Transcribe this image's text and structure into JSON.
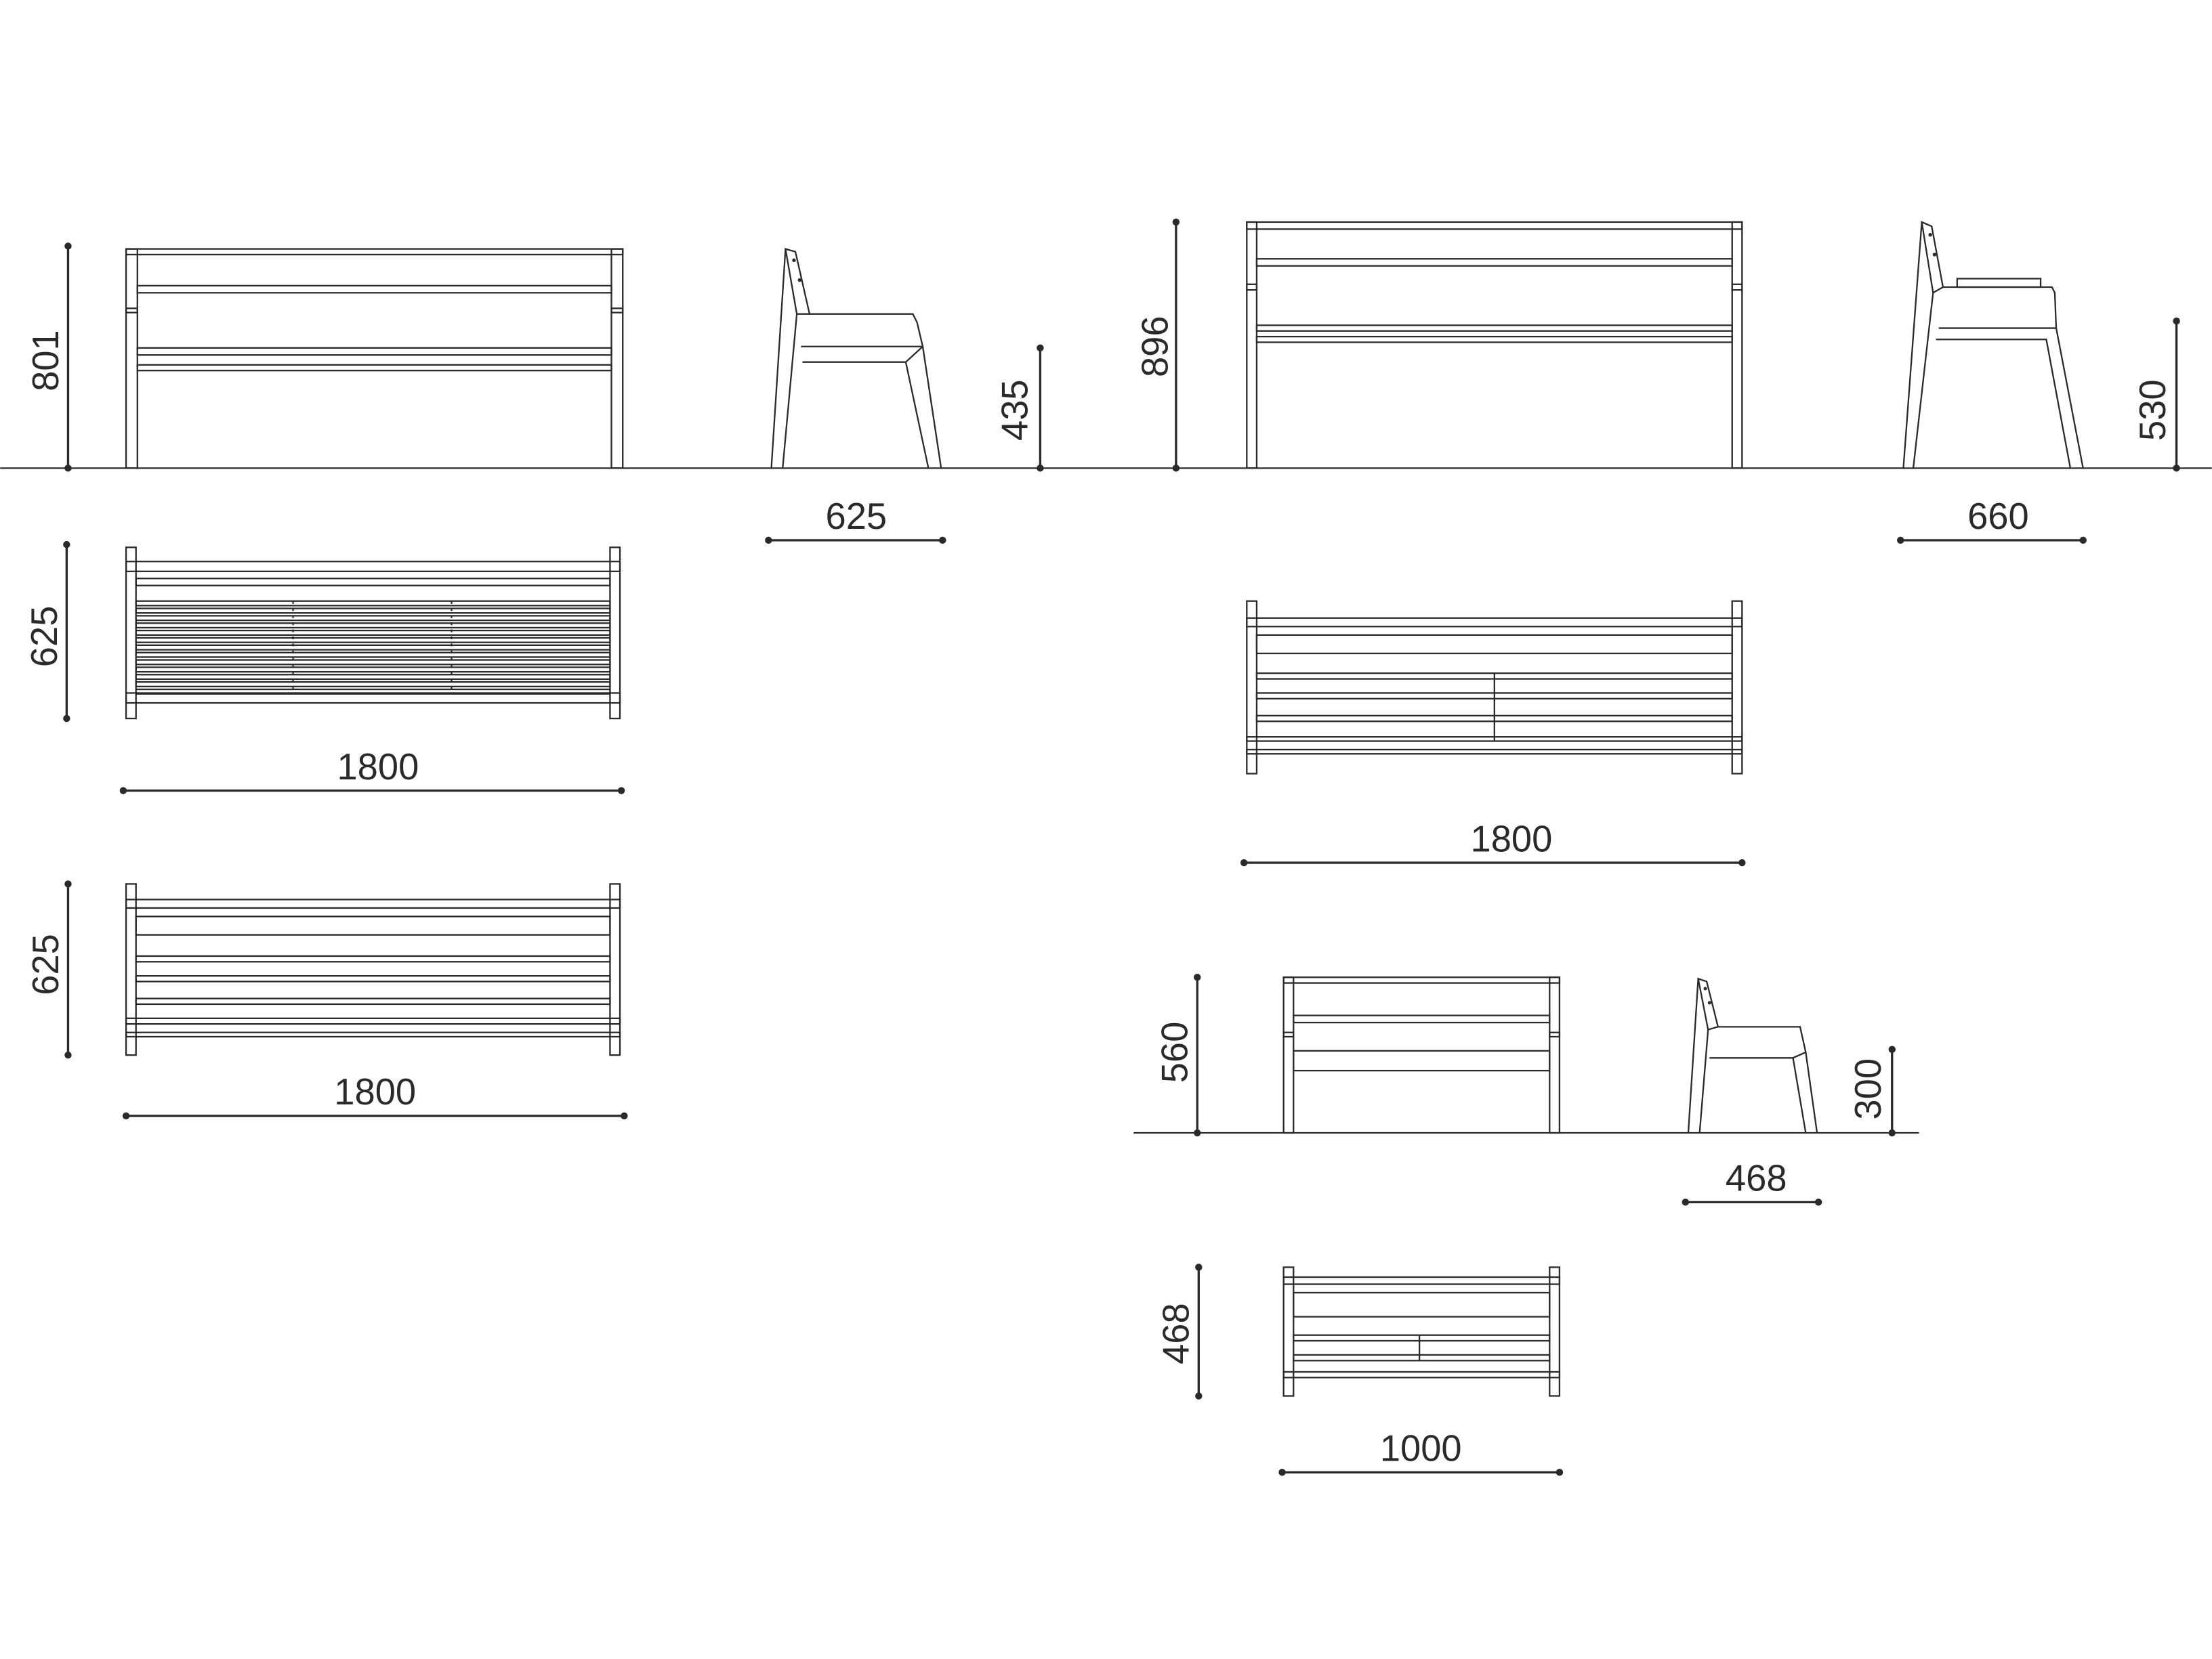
{
  "drawing": {
    "bench_large": {
      "front_height": "801",
      "seat_height": "435",
      "side_depth": "625",
      "top_depth": "625",
      "top_width": "1800",
      "top_alt_depth": "625",
      "top_alt_width": "1800"
    },
    "bench_tall": {
      "front_height": "896",
      "armrest_height": "530",
      "side_depth": "660",
      "top_width": "1800"
    },
    "bench_small": {
      "front_height": "560",
      "seat_height": "300",
      "side_depth": "468",
      "top_depth": "468",
      "top_width": "1000"
    }
  },
  "colors": {
    "line": "#2a2a2a",
    "background": "#ffffff"
  }
}
